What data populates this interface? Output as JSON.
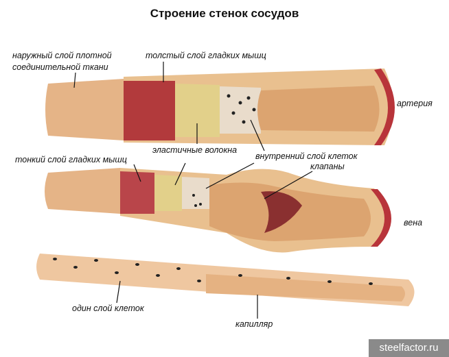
{
  "title": "Строение стенок сосудов",
  "labels": {
    "outer_layer_1": "наружный слой плотной",
    "outer_layer_2": "соединительной ткани",
    "thick_muscle": "толстый слой гладких мышц",
    "artery": "артерия",
    "elastic_fibers": "эластичные волокна",
    "inner_cells": "внутренний слой клеток",
    "thin_muscle": "тонкий слой гладких мышц",
    "valves": "клапаны",
    "vein": "вена",
    "single_layer": "один слой клеток",
    "capillary": "капилляр"
  },
  "watermark": "steelfactor.ru",
  "colors": {
    "outer": "#e8b98a",
    "muscle": "#b8343a",
    "elastic": "#e6d38a",
    "inner": "#ead7c0",
    "lumen": "#d69a6a"
  }
}
